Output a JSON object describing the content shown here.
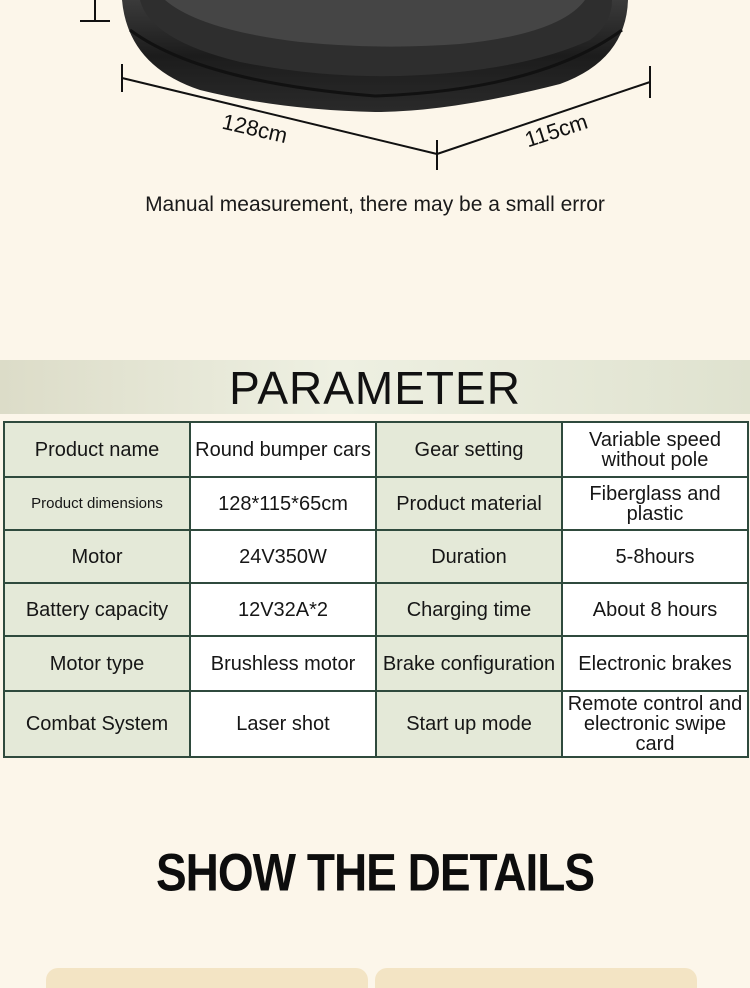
{
  "measurement": {
    "length_label": "128cm",
    "width_label": "115cm",
    "note": "Manual measurement, there may be a small error"
  },
  "parameter": {
    "title": "PARAMETER",
    "rows": [
      [
        "Product name",
        "Round bumper cars",
        "Gear setting",
        "Variable speed without pole"
      ],
      [
        "Product dimensions",
        "128*115*65cm",
        "Product material",
        "Fiberglass and plastic"
      ],
      [
        "Motor",
        "24V350W",
        "Duration",
        "5-8hours"
      ],
      [
        "Battery capacity",
        "12V32A*2",
        "Charging time",
        "About 8 hours"
      ],
      [
        "Motor type",
        "Brushless motor",
        "Brake configuration",
        "Electronic brakes"
      ],
      [
        "Combat System",
        "Laser shot",
        "Start up mode",
        "Remote control and electronic swipe card"
      ]
    ]
  },
  "details": {
    "title": "SHOW THE DETAILS"
  }
}
